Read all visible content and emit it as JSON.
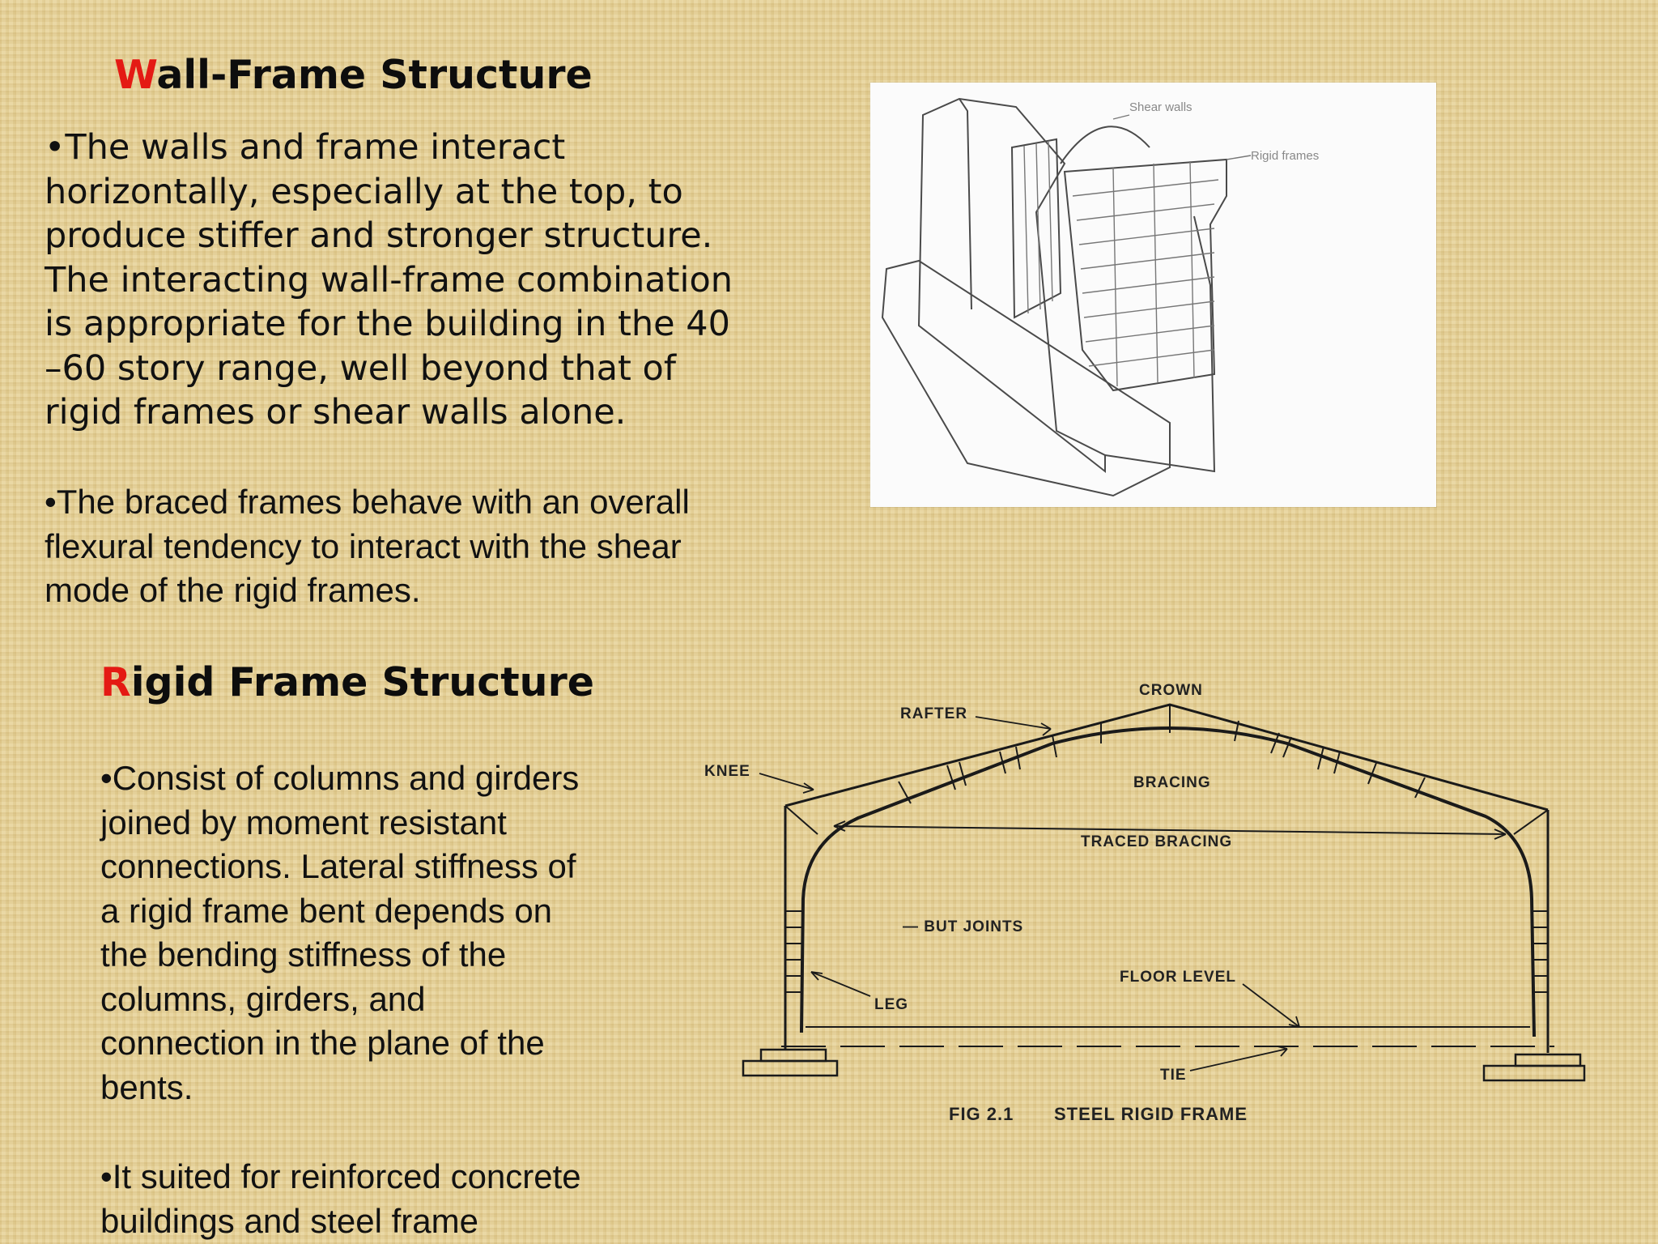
{
  "wall_frame": {
    "heading_cap": "W",
    "heading_rest": "all-Frame Structure",
    "para1_lines": [
      "•The walls and frame interact",
      "horizontally, especially at the top, to",
      "produce stiffer and stronger structure.",
      "The interacting wall-frame combination",
      "is appropriate for the building in the 40",
      "–60 story range, well beyond that of",
      "rigid frames or shear walls alone."
    ],
    "para2_lines": [
      "•The braced frames behave with an overall",
      "flexural tendency to interact with the shear",
      "mode of the rigid frames."
    ],
    "figure_labels": {
      "shear_walls": "Shear walls",
      "rigid_frames": "Rigid frames"
    }
  },
  "rigid_frame": {
    "heading_cap": "R",
    "heading_rest": "igid Frame Structure",
    "para1_lines": [
      "•Consist of columns and girders",
      "joined by moment resistant",
      "connections. Lateral stiffness of",
      "a rigid frame bent depends on",
      "the bending stiffness of the",
      "columns, girders, and",
      "connection in the plane of the",
      "bents."
    ],
    "para2_lines": [
      "•It suited for reinforced concrete",
      "buildings and steel frame"
    ],
    "figure": {
      "labels": {
        "crown": "CROWN",
        "rafter": "RAFTER",
        "knee": "KNEE",
        "bracing": "BRACING",
        "traced_bracing": "TRACED BRACING",
        "but_joints": "— BUT JOINTS",
        "floor_level": "FLOOR LEVEL",
        "leg": "LEG",
        "tie": "TIE"
      },
      "caption_num": "FIG 2.1",
      "caption_title": "STEEL RIGID FRAME"
    }
  },
  "colors": {
    "accent_red": "#e41a14",
    "background": "#e8d49a",
    "text": "#111111"
  }
}
